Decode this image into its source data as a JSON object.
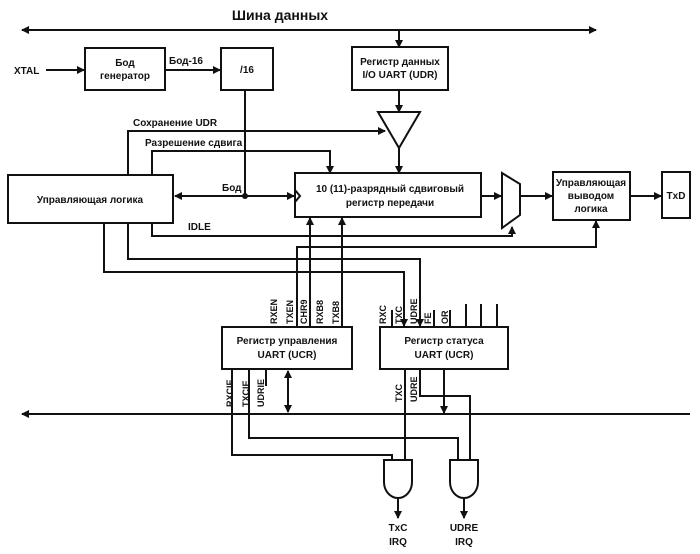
{
  "bus_label": "Шина данных",
  "xtal": "XTAL",
  "baud_gen": [
    "Бод",
    "генератор"
  ],
  "baud16": "Бод-16",
  "div16": "/16",
  "udr": [
    "Регистр данных",
    "I/O UART (UDR)"
  ],
  "save_udr": "Сохранение UDR",
  "shift_enable": "Разрешение сдвига",
  "control_logic": "Управляющая логика",
  "baud": "Бод",
  "shift_reg": [
    "10 (11)-разрядный сдвиговый",
    "регистр передачи"
  ],
  "out_logic": [
    "Управляющая",
    "выводом",
    "логика"
  ],
  "txd": "TxD",
  "idle": "IDLE",
  "ucr": [
    "Регистр управления",
    "UART (UCR)"
  ],
  "usr": [
    "Регистр статуса",
    "UART (UCR)"
  ],
  "ucr_top_bits": [
    "RXEN",
    "TXEN",
    "CHR9",
    "RXB8",
    "TXB8"
  ],
  "ucr_bottom_bits": [
    "RXCIE",
    "TXCIE",
    "UDRIE"
  ],
  "usr_top_bits": [
    "RXC",
    "TXC",
    "UDRE",
    "FE",
    "OR"
  ],
  "usr_bottom_bits": [
    "TXC",
    "UDRE"
  ],
  "irq1": [
    "TxC",
    "IRQ"
  ],
  "irq2": [
    "UDRE",
    "IRQ"
  ]
}
